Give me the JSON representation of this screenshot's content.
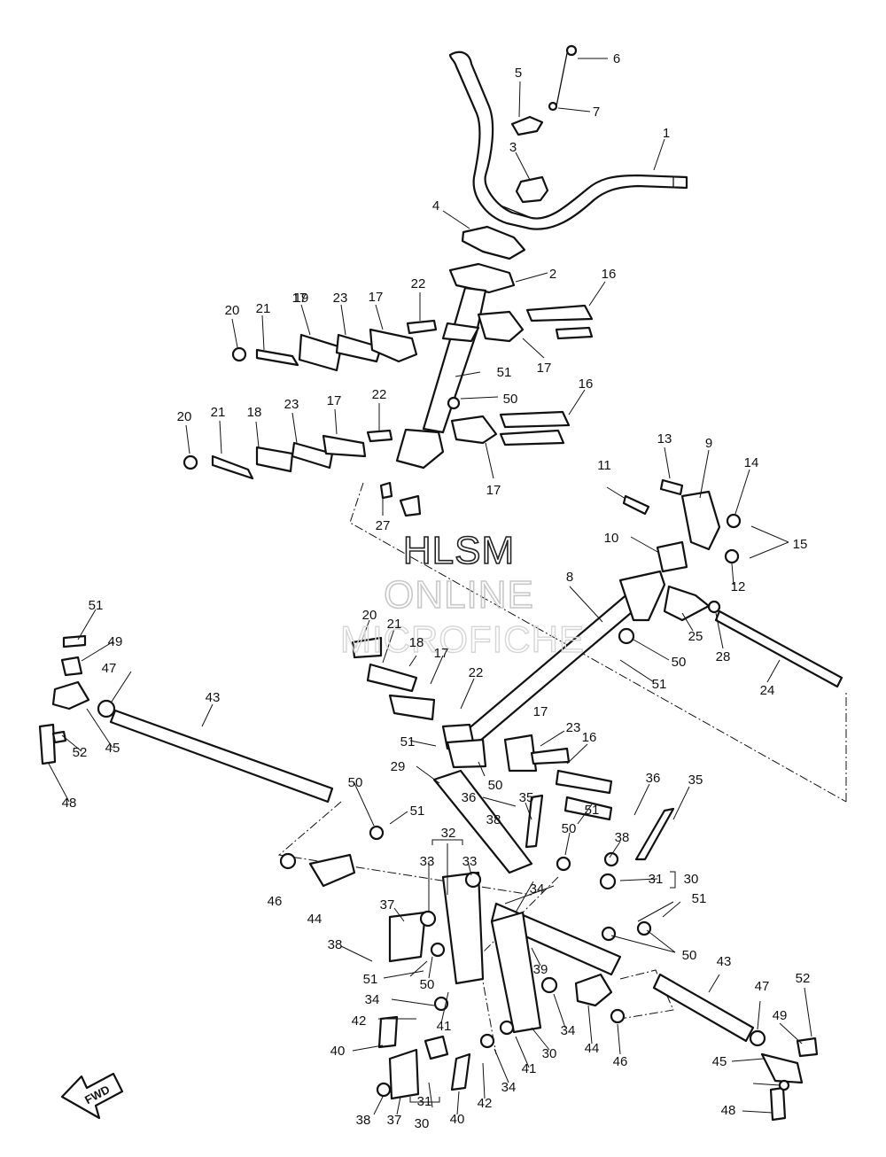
{
  "watermark": {
    "line1": "HLSM",
    "line2": "ONLINE",
    "line3": "MICROFICHE"
  },
  "fwd_label": "FWD",
  "callouts": [
    "1",
    "2",
    "3",
    "4",
    "5",
    "6",
    "7",
    "8",
    "9",
    "10",
    "11",
    "12",
    "13",
    "14",
    "15",
    "16",
    "16",
    "16",
    "17",
    "17",
    "17",
    "17",
    "17",
    "17",
    "17",
    "18",
    "18",
    "19",
    "20",
    "20",
    "20",
    "21",
    "21",
    "21",
    "22",
    "22",
    "22",
    "23",
    "23",
    "23",
    "24",
    "25",
    "27",
    "28",
    "29",
    "30",
    "30",
    "30",
    "31",
    "31",
    "32",
    "33",
    "33",
    "34",
    "34",
    "34",
    "34",
    "35",
    "35",
    "36",
    "36",
    "37",
    "37",
    "38",
    "38",
    "38",
    "38",
    "39",
    "40",
    "40",
    "41",
    "41",
    "42",
    "42",
    "43",
    "43",
    "44",
    "44",
    "45",
    "45",
    "46",
    "46",
    "47",
    "47",
    "48",
    "48",
    "49",
    "49",
    "50",
    "50",
    "50",
    "50",
    "50",
    "50",
    "50",
    "51",
    "51",
    "51",
    "51",
    "51",
    "51",
    "51",
    "51",
    "52",
    "52"
  ]
}
